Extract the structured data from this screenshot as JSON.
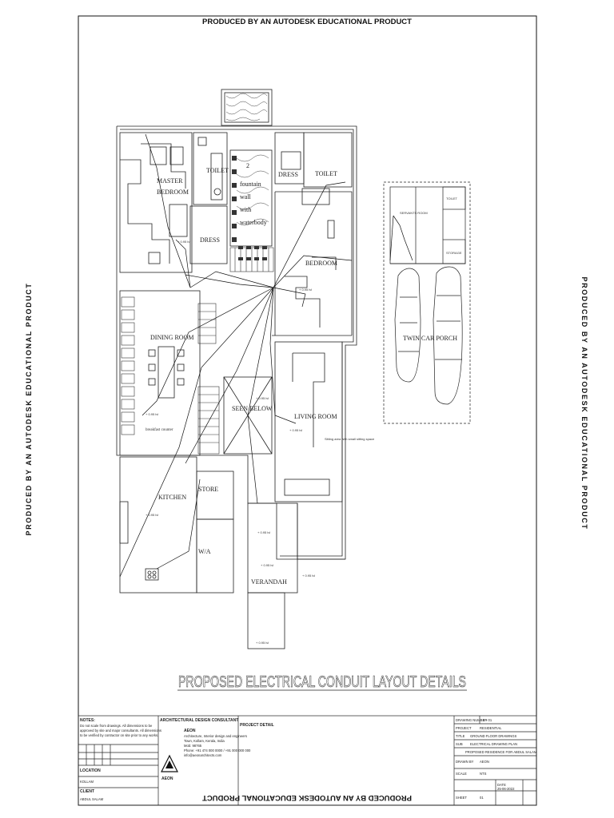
{
  "watermark": {
    "text": "PRODUCED BY AN AUTODESK EDUCATIONAL PRODUCT"
  },
  "drawing": {
    "title": "PROPOSED ELECTRICAL CONDUIT LAYOUT DETAILS",
    "rooms": {
      "master_bedroom_1": "MASTER",
      "master_bedroom_2": "BEDROOM",
      "toilet_left": "TOILET",
      "dress_left": "DRESS",
      "courtyard_number": "2",
      "courtyard_1": "fountain",
      "courtyard_2": "wall",
      "courtyard_3": "with",
      "courtyard_4": "waterbody",
      "dress_right": "DRESS",
      "toilet_right": "TOILET",
      "bedroom": "BEDROOM",
      "dining_room": "DINING ROOM",
      "breakfast_counter": "breakfast counter",
      "seen_below": "SEEN BELOW",
      "living_room": "LIVING ROOM",
      "sitting_note": "Sitting area with small sitting space",
      "kitchen": "KITCHEN",
      "store": "STORE",
      "wa": "W/A",
      "verandah": "VERANDAH",
      "servants_room": "SERVANTS ROOM",
      "toilet_small": "TOILET",
      "storage": "STORAGE",
      "car_porch": "TWIN CAR PORCH"
    },
    "point_tags": {
      "a": "+ 0.95 lvl",
      "b": "+ 0.95 lvl",
      "c": "+ 0.95 lvl",
      "d": "+ 0.95 lvl",
      "e": "+ 0.95 lvl",
      "f": "+ 0.95 lvl",
      "g": "+ 0.95 lvl",
      "h": "+ 0.95 lvl",
      "i": "+ 0.95 lvl",
      "j": "+ 0.95 lvl"
    }
  },
  "title_block": {
    "notes_heading": "NOTES:",
    "notes_body_1": "Do not scale from drawings. All dimensions to be",
    "notes_body_2": "approved by site and major consultants. All dimensions",
    "notes_body_3": "to be verified by contractor on site prior to any works.",
    "consultant_heading": "ARCHITECTURAL DESIGN CONSULTANT",
    "consultant_name": "AEON",
    "consultant_line_1": "Architecture, Interior design and engineers",
    "consultant_line_2": "Town, Kollam, Kerala, India",
    "consultant_line_3": "Mob: 98765",
    "consultant_line_4": "Phone: +91 474 000 0000 / +91 000 000 000",
    "consultant_line_5": "info@aeonarchitects.com",
    "logo_text": "AEON",
    "client_heading": "CLIENT",
    "client_name": "ABDUL SALAM",
    "location_heading": "LOCATION",
    "location_value": "KOLLAM",
    "project_heading": "PROJECT DETAIL",
    "sheet_rows": {
      "r1_label": "DRAWING NUMBER",
      "r1_value": "E - 01",
      "r2_label": "PROJECT",
      "r2_value": "RESIDENTIAL",
      "r3_label": "TITLE",
      "r3_value": "GROUND FLOOR DRAWINGS",
      "r4_label": "SUB",
      "r4_value": "ELECTRICAL DRAWING PLAN",
      "r5_value": "PROPOSED RESIDENCE FOR ABDUL SALAM",
      "r6_label": "DRAWN BY",
      "r6_value": "AEON",
      "r7_label": "SCALE",
      "r7_value": "NTS",
      "r8_label": "DATE",
      "r8_value": "25-06-2022",
      "r9_label": "SHEET",
      "r9_value": "01"
    }
  }
}
